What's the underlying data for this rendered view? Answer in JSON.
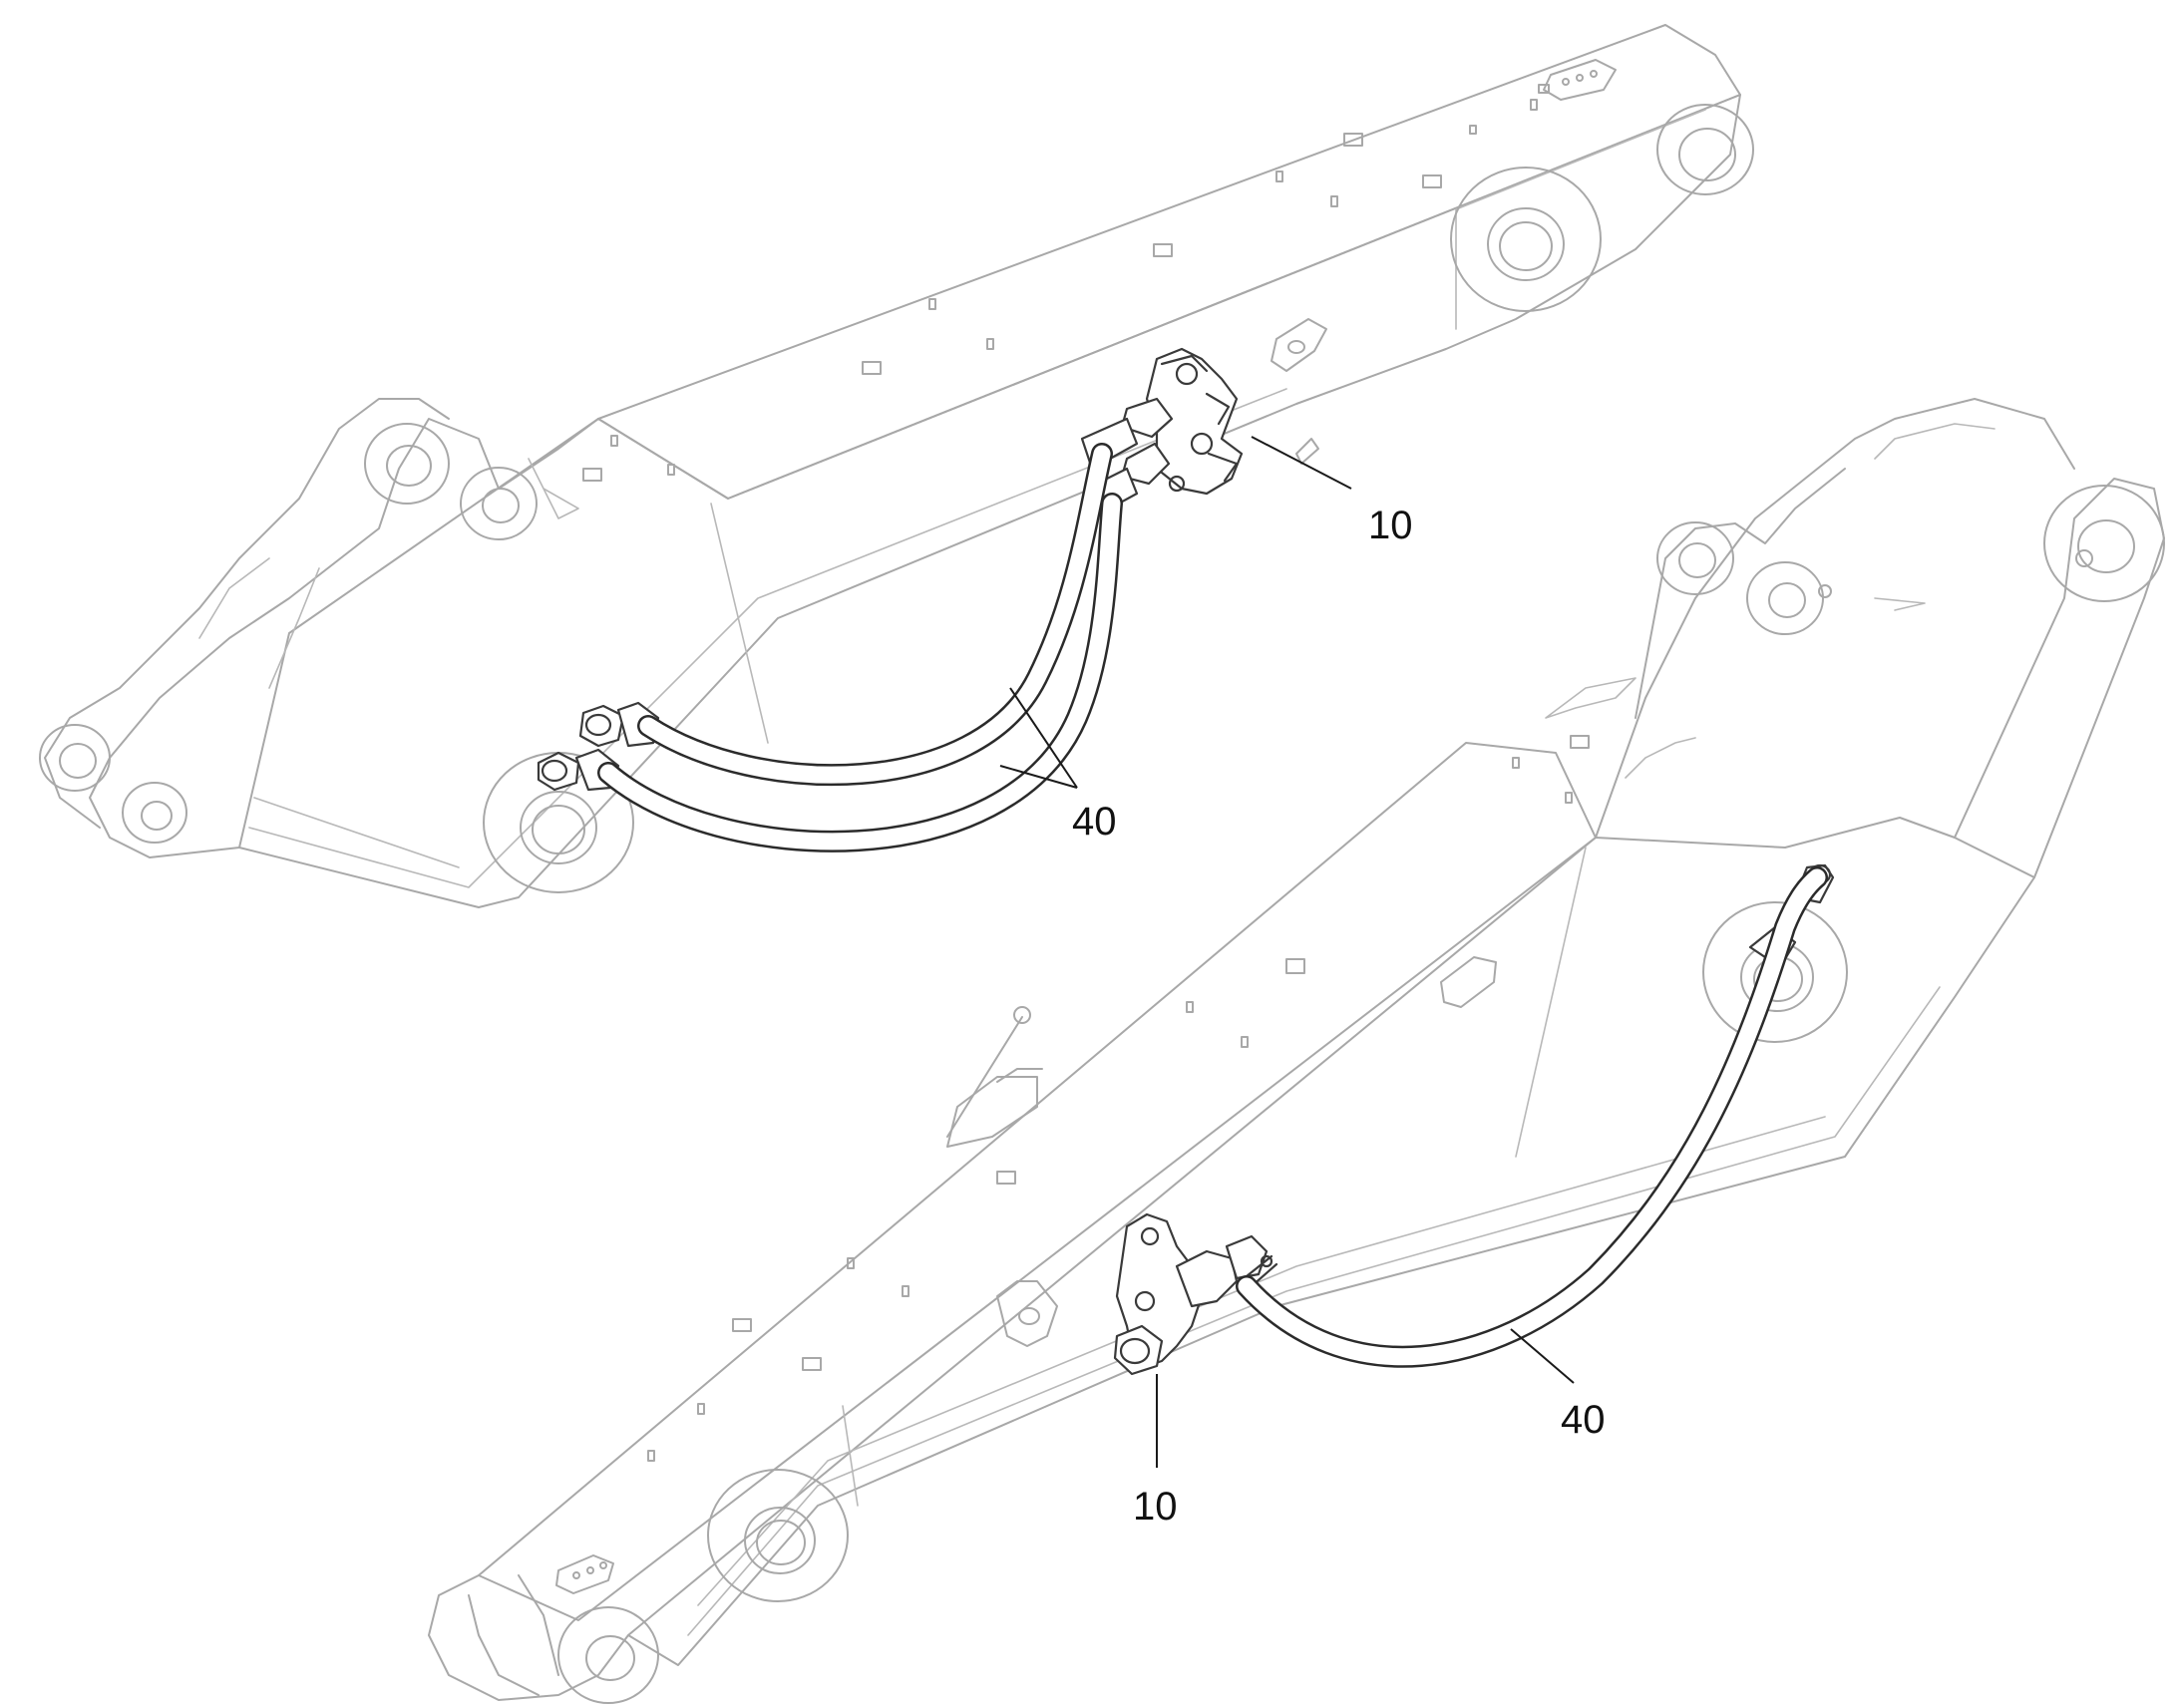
{
  "diagram": {
    "callouts": [
      {
        "id": "upper-10",
        "label": "10"
      },
      {
        "id": "upper-40",
        "label": "40"
      },
      {
        "id": "lower-40",
        "label": "40"
      },
      {
        "id": "lower-10",
        "label": "10"
      }
    ]
  }
}
